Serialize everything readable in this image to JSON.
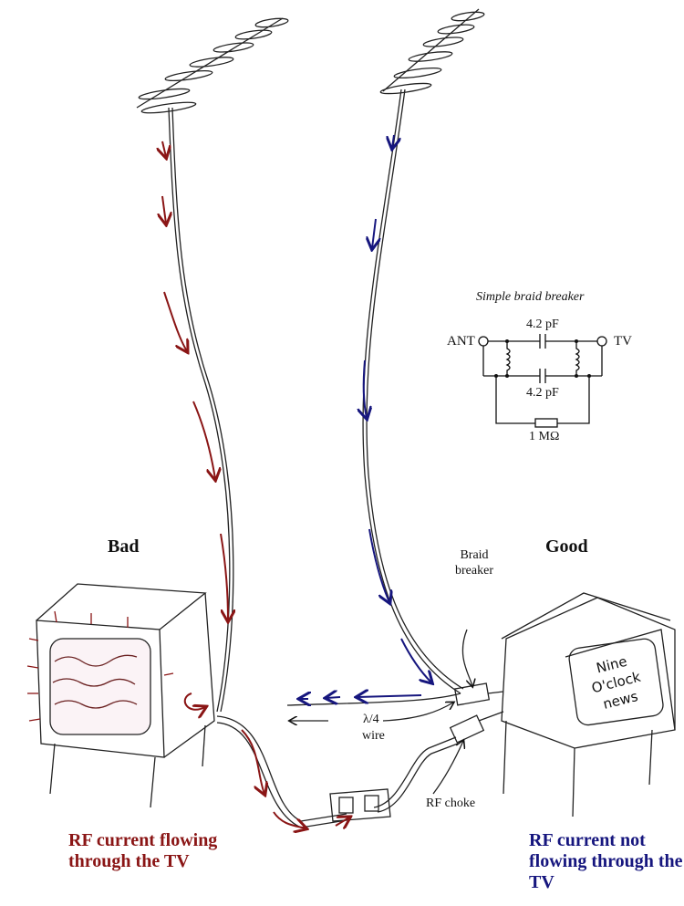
{
  "labels": {
    "bad": "Bad",
    "good": "Good",
    "bad_caption": "RF current flowing through the TV",
    "good_caption": "RF current not flowing through the TV",
    "braid_breaker": "Braid breaker",
    "quarter_wave": "λ/4",
    "wire": "wire",
    "rf_choke": "RF choke",
    "tv_screen": "Nine O'clock news"
  },
  "schematic": {
    "title": "Simple braid breaker",
    "ant": "ANT",
    "tv": "TV",
    "cap_top": "4.2 pF",
    "cap_bottom": "4.2 pF",
    "resistor": "1 MΩ"
  },
  "colors": {
    "bad": "#8a1515",
    "good": "#16167e"
  }
}
